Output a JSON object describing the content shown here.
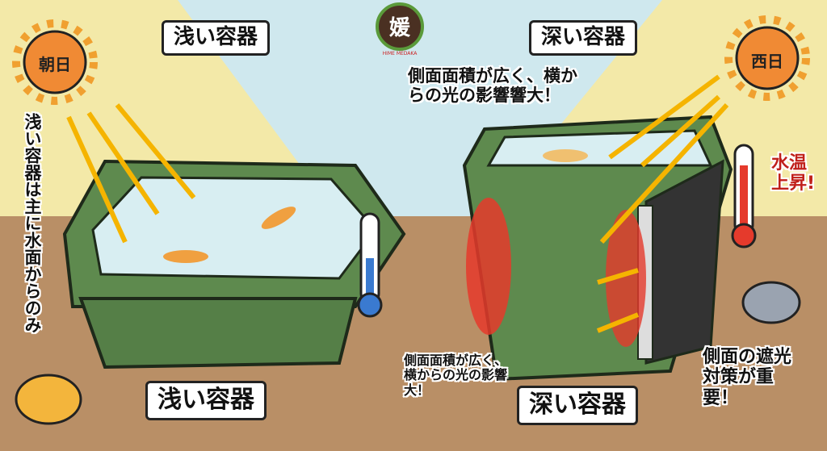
{
  "logo": {
    "text": "HIME MEDAKA",
    "glyph": "媛"
  },
  "left": {
    "title_top": "浅い容器",
    "title_bottom": "浅い容器",
    "sun_label": "朝日",
    "note": "浅い容器は主に水面からのみ"
  },
  "right": {
    "title_top": "深い容器",
    "title_bottom": "深い容器",
    "sun_label": "西日",
    "note_top": "側面面積が広く、横からの光の影響響大！",
    "note_bottom": "側面面積が広く、横からの光の影響大！",
    "temp_note": "水温上昇!",
    "shade_note": "側面の遮光対策が重要！"
  },
  "colors": {
    "sky": "#cfe8ee",
    "beam": "#f5eaa6",
    "ground": "#b98f66",
    "container": "#5e8a4e",
    "heat": "#e53a2c",
    "sun": "#f08a34"
  }
}
